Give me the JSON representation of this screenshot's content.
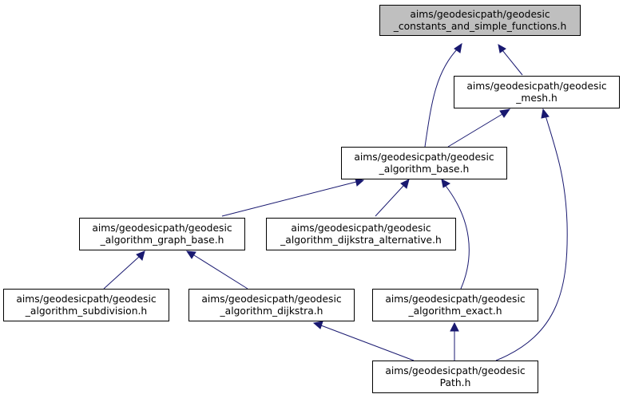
{
  "nodes": {
    "constants": {
      "line1": "aims/geodesicpath/geodesic",
      "line2": "_constants_and_simple_functions.h"
    },
    "mesh": {
      "line1": "aims/geodesicpath/geodesic",
      "line2": "_mesh.h"
    },
    "base": {
      "line1": "aims/geodesicpath/geodesic",
      "line2": "_algorithm_base.h"
    },
    "graph_base": {
      "line1": "aims/geodesicpath/geodesic",
      "line2": "_algorithm_graph_base.h"
    },
    "dijkstra_alt": {
      "line1": "aims/geodesicpath/geodesic",
      "line2": "_algorithm_dijkstra_alternative.h"
    },
    "subdivision": {
      "line1": "aims/geodesicpath/geodesic",
      "line2": "_algorithm_subdivision.h"
    },
    "dijkstra": {
      "line1": "aims/geodesicpath/geodesic",
      "line2": "_algorithm_dijkstra.h"
    },
    "exact": {
      "line1": "aims/geodesicpath/geodesic",
      "line2": "_algorithm_exact.h"
    },
    "path": {
      "line1": "aims/geodesicpath/geodesic",
      "line2": "Path.h"
    }
  },
  "colors": {
    "edge": "#191970",
    "current_fill": "#bfbfbf",
    "node_fill": "#ffffff"
  }
}
